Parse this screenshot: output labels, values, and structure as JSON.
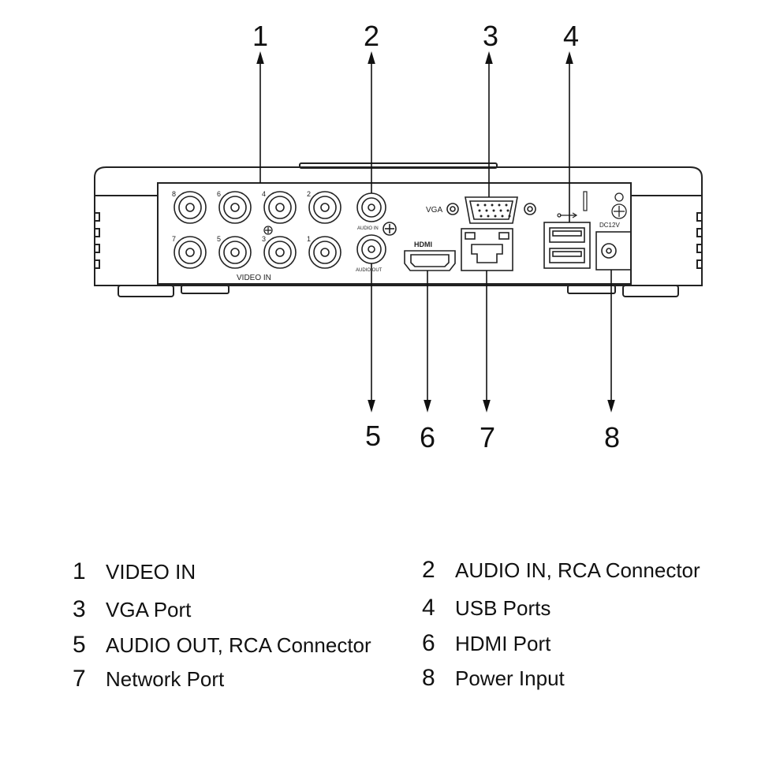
{
  "callouts": {
    "c1": "1",
    "c2": "2",
    "c3": "3",
    "c4": "4",
    "c5": "5",
    "c6": "6",
    "c7": "7",
    "c8": "8"
  },
  "panel_labels": {
    "vga": "VGA",
    "audio_in": "AUDIO IN",
    "audio_out": "AUDIO OUT",
    "video_in": "VIDEO IN",
    "hdmi": "HDMI",
    "dc": "DC12V",
    "bnc_top": [
      "8",
      "6",
      "4",
      "2"
    ],
    "bnc_bottom": [
      "7",
      "5",
      "3",
      "1"
    ]
  },
  "legend": [
    {
      "num": "1",
      "label": "VIDEO IN"
    },
    {
      "num": "2",
      "label": "AUDIO IN, RCA Connector"
    },
    {
      "num": "3",
      "label": "VGA Port"
    },
    {
      "num": "4",
      "label": "USB Ports"
    },
    {
      "num": "5",
      "label": "AUDIO OUT, RCA Connector"
    },
    {
      "num": "6",
      "label": "HDMI Port"
    },
    {
      "num": "7",
      "label": "Network Port"
    },
    {
      "num": "8",
      "label": "Power Input"
    }
  ]
}
